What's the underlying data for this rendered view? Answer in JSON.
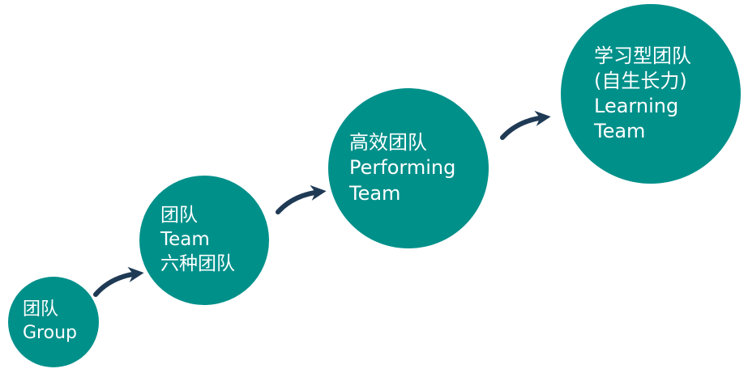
{
  "colors": {
    "circle_fill": "#00908A",
    "arrow": "#1F3A55",
    "text": "#FFFFFF"
  },
  "stages": [
    {
      "lines": [
        "团队",
        "Group"
      ]
    },
    {
      "lines": [
        "团队",
        "Team",
        "六种团队"
      ]
    },
    {
      "lines": [
        "高效团队",
        "Performing",
        "Team"
      ]
    },
    {
      "lines": [
        "学习型团队",
        "(自生长力)",
        "Learning",
        "Team"
      ]
    }
  ],
  "connectors": [
    {
      "from_icon": "arrow-icon"
    },
    {
      "from_icon": "arrow-icon"
    },
    {
      "from_icon": "arrow-icon"
    }
  ]
}
